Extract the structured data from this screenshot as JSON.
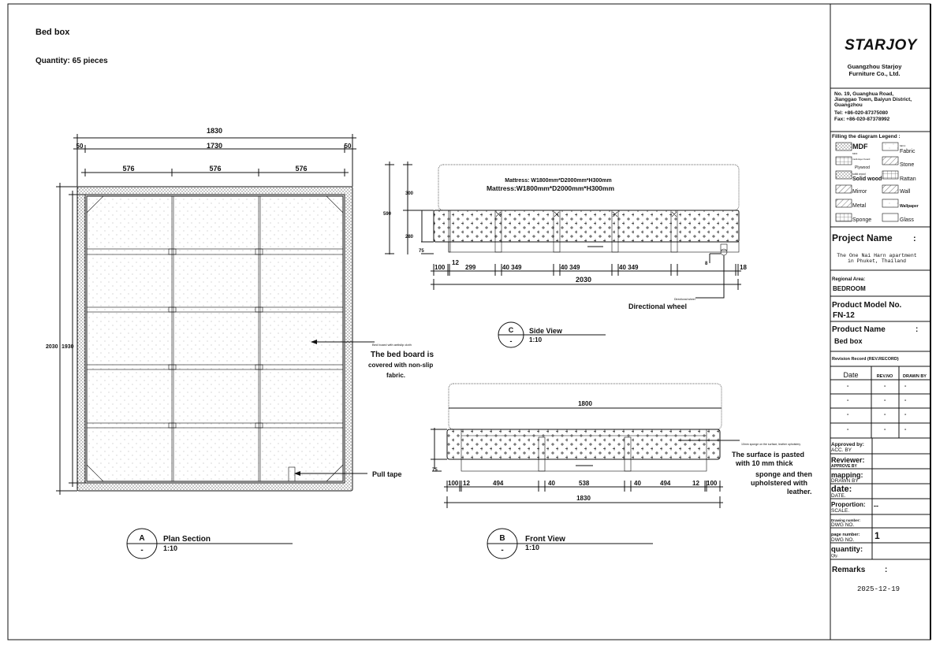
{
  "sheet": {
    "title": "Bed box",
    "quantity": "Quantity: 65 pieces"
  },
  "plan_section": {
    "dims_top": {
      "overall": "1830",
      "left_margin": "50",
      "inner": "1730",
      "right_margin": "50",
      "panel_1": "576",
      "panel_2": "576",
      "panel_3": "576"
    },
    "dims_left": {
      "overall": "2030",
      "inner": "1930"
    },
    "note_small": "Bed board with antislip cloth",
    "note_line1": "The bed board is",
    "note_line2": "covered with non-slip",
    "note_line3": "fabric.",
    "pull_tape": "Pull tape",
    "label_letter": "A",
    "label_sub": "-",
    "label_title": "Plan Section",
    "label_scale": "1:10"
  },
  "side_view": {
    "mattress_small": "Mattress: W1800mm*D2000mm*H300mm",
    "mattress_large": "Mattress:W1800mm*D2000mm*H300mm",
    "dims_vertical": {
      "total": "590",
      "mattress": "300",
      "box": "280",
      "leg": "75"
    },
    "dims_bottom": [
      "100",
      "12",
      "299",
      "40 349",
      "40 349",
      "40 349",
      "18"
    ],
    "dim_small": "8",
    "overall": "2030",
    "wheel_small": "Directional wheel",
    "wheel_label": "Directional wheel",
    "label_letter": "C",
    "label_sub": "-",
    "label_title": "Side View",
    "label_scale": "1:10"
  },
  "front_view": {
    "mattress_width": "1800",
    "leg": "75",
    "dims_bottom": [
      "100",
      "12",
      "494",
      "40",
      "538",
      "40",
      "494",
      "12",
      "100"
    ],
    "overall": "1830",
    "note_small": "10mm sponge on the surface, leather upholstery",
    "note_line1": "The surface is pasted",
    "note_line2": "with 10 mm thick",
    "note_line3": "sponge and then",
    "note_line4": "upholstered with",
    "note_line5": "leather.",
    "label_letter": "B",
    "label_sub": "-",
    "label_title": "Front View",
    "label_scale": "1:10"
  },
  "title_block": {
    "logo": "STARJOY",
    "company_line1": "Guangzhou Starjoy",
    "company_line2": "Furniture Co., Ltd.",
    "address": [
      "No. 19, Guanghua Road,",
      "Jianggao Town, Baiyun District,",
      "Guangzhou",
      "Tel: +86-020-87375080",
      "Fax: +86-020-87378992"
    ],
    "legend_title": "Filling the diagram Legend :",
    "legend": [
      {
        "label": "MDF",
        "sub": "MDF"
      },
      {
        "label": "Fabric",
        "sub": "fabric"
      },
      {
        "label": "Plywood",
        "sub": "multi-layer board"
      },
      {
        "label": "Stone",
        "sub": ""
      },
      {
        "label": "Solid wood",
        "sub": "solid wood"
      },
      {
        "label": "Rattan",
        "sub": ""
      },
      {
        "label": "Mirror",
        "sub": ""
      },
      {
        "label": "Wall",
        "sub": ""
      },
      {
        "label": "Metal",
        "sub": ""
      },
      {
        "label": "Wallpaper",
        "sub": ""
      },
      {
        "label": "Sponge",
        "sub": ""
      },
      {
        "label": "Glass",
        "sub": ""
      }
    ],
    "project_label": "Project Name",
    "colon": ":",
    "project_value_1": "The One Nai Harn apartment",
    "project_value_2": "in Phuket, Thailand",
    "area_label": "Regional Area:",
    "area_value": "BEDROOM",
    "model_label": "Product Model No.",
    "model_value": "FN-12",
    "name_label": "Product Name",
    "name_value": "Bed box",
    "revision_label": "Revision Record (REV.RECORD)",
    "revision_headers": [
      "Date",
      "REV.NO",
      "DRAWN BY"
    ],
    "revision_rows": [
      [
        "-",
        "-",
        "-"
      ],
      [
        "-",
        "-",
        "-"
      ],
      [
        "-",
        "-",
        "-"
      ],
      [
        "-",
        "-",
        "-"
      ]
    ],
    "approvals": [
      {
        "label": "Approved by:",
        "sub": "ACC. BY",
        "value": ""
      },
      {
        "label": "Reviewer:",
        "sub": "APPROVE BY",
        "value": ""
      },
      {
        "label": "mapping:",
        "sub": "DRAWN BY",
        "value": ""
      },
      {
        "label": "date:",
        "sub": "DATE.",
        "value": ""
      },
      {
        "label": "Proportion:",
        "sub": "SCALE.",
        "value": "--"
      },
      {
        "label": "Drawing number:",
        "sub": "DWG NO.",
        "value": ""
      },
      {
        "label": "page number:",
        "sub": "DWG NO.",
        "value": "1"
      },
      {
        "label": "quantity:",
        "sub": "Qty.",
        "value": ""
      }
    ],
    "remarks_label": "Remarks",
    "remarks_value": "2025-12-19"
  }
}
